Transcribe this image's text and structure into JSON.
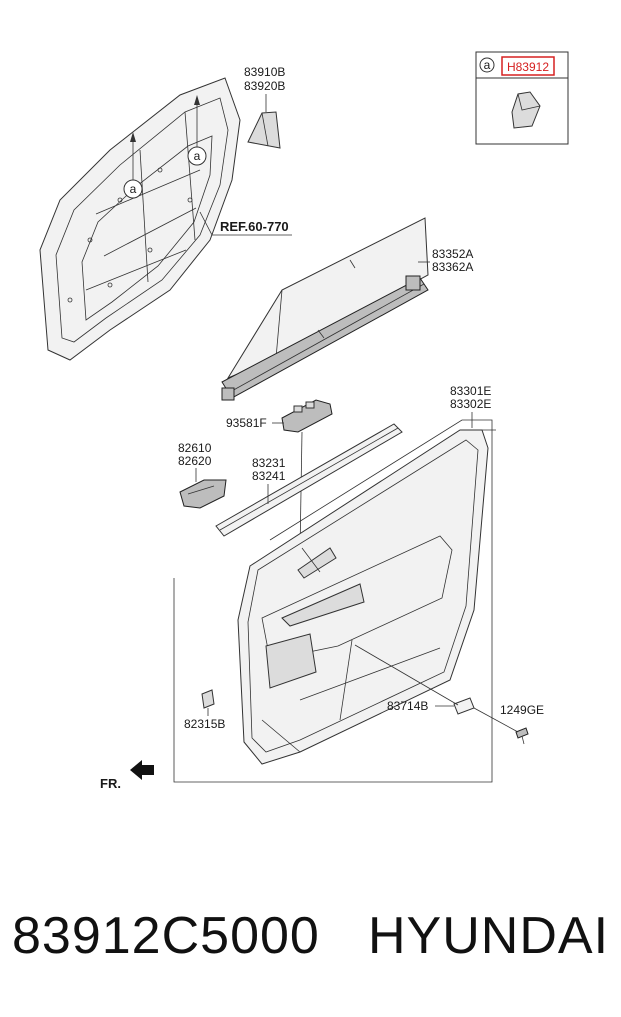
{
  "callouts": {
    "frame_top": "83910B",
    "frame_bottom": "83920B",
    "curtain_top": "83352A",
    "curtain_bottom": "83362A",
    "panel_top": "83301E",
    "panel_bottom": "83302E",
    "switch": "93581F",
    "handle_top": "82610",
    "handle_bottom": "82620",
    "strip_top": "83231",
    "strip_bottom": "83241",
    "clip": "82315B",
    "cover": "83714B",
    "screw": "1249GE",
    "ref": "REF.60-770",
    "front": "FR."
  },
  "inset": {
    "marker": "a",
    "part_number": "H83912",
    "highlight_color": "#d62020"
  },
  "markers": [
    "a",
    "a"
  ],
  "footer": {
    "part_number": "83912C5000",
    "brand": "HYUNDAI"
  }
}
